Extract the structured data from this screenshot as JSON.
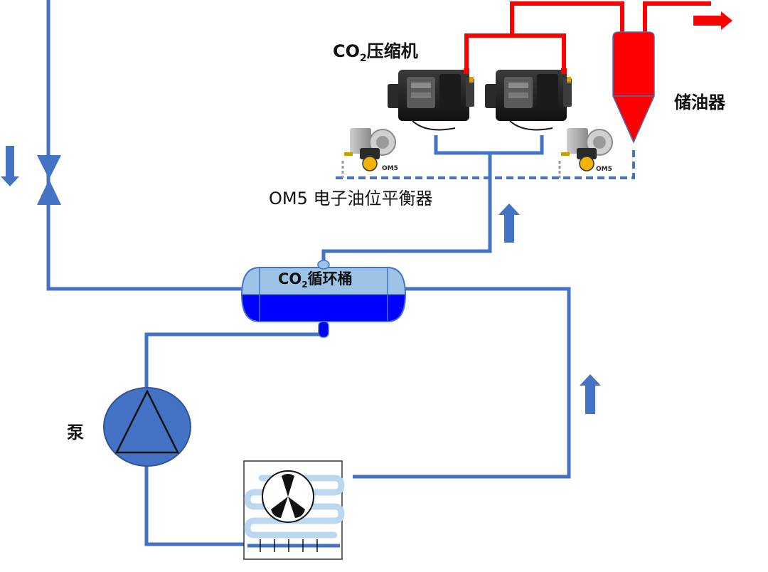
{
  "labels": {
    "compressor_prefix": "CO",
    "compressor_sub": "2",
    "compressor_suffix": "压缩机",
    "oil_reservoir": "储油器",
    "om5_balancer": "OM5 电子油位平衡器",
    "om5_tag_left": "OM5",
    "om5_tag_right": "OM5",
    "receiver_prefix": "CO",
    "receiver_sub": "2",
    "receiver_suffix": "循环桶",
    "pump": "泵"
  },
  "colors": {
    "pipe_blue": "#4472C4",
    "pipe_red": "#FF0000",
    "vessel_light": "#9DC3E6",
    "vessel_dark": "#0000FF",
    "pump_fill": "#4472C4",
    "arrow_blue": "#4472C4",
    "coil_light": "#BDD7EE"
  },
  "icons": {
    "flow_down": "arrow-down-icon",
    "flow_up": "arrow-up-icon",
    "flow_right": "arrow-right-icon",
    "expansion_valve": "valve-icon",
    "fan": "fan-icon"
  }
}
